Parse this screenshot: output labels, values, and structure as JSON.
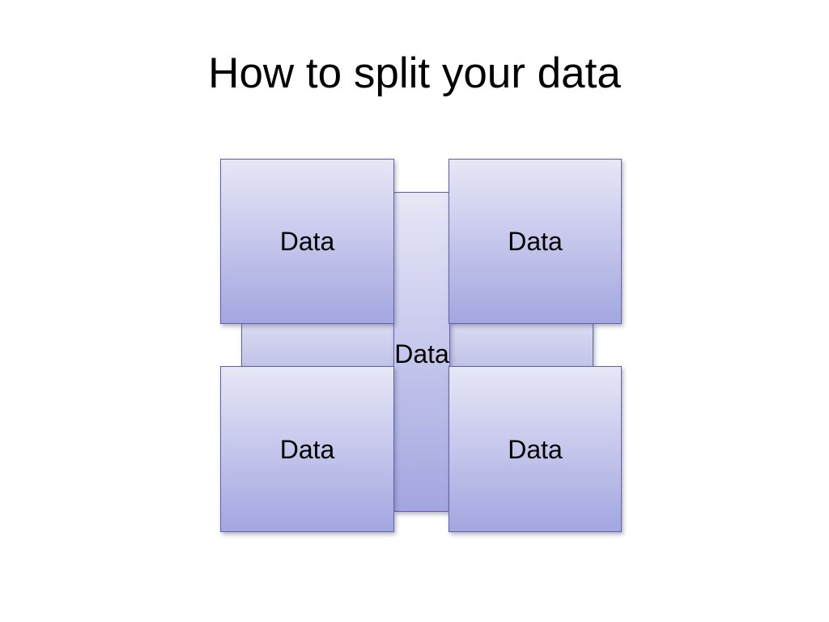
{
  "slide": {
    "title": "How to split your data",
    "background": "#ffffff"
  },
  "diagram": {
    "center_label": "Data",
    "boxes": [
      {
        "id": "top-left",
        "label": "Data"
      },
      {
        "id": "top-right",
        "label": "Data"
      },
      {
        "id": "bottom-left",
        "label": "Data"
      },
      {
        "id": "bottom-right",
        "label": "Data"
      }
    ],
    "colors": {
      "box_gradient_top": "#e7e7f7",
      "box_gradient_bottom": "#a3a6e0",
      "bar_gradient_top": "#dadbf2",
      "bar_gradient_bottom": "#c0c2e8",
      "border": "#5f62a6",
      "text": "#000000"
    }
  }
}
